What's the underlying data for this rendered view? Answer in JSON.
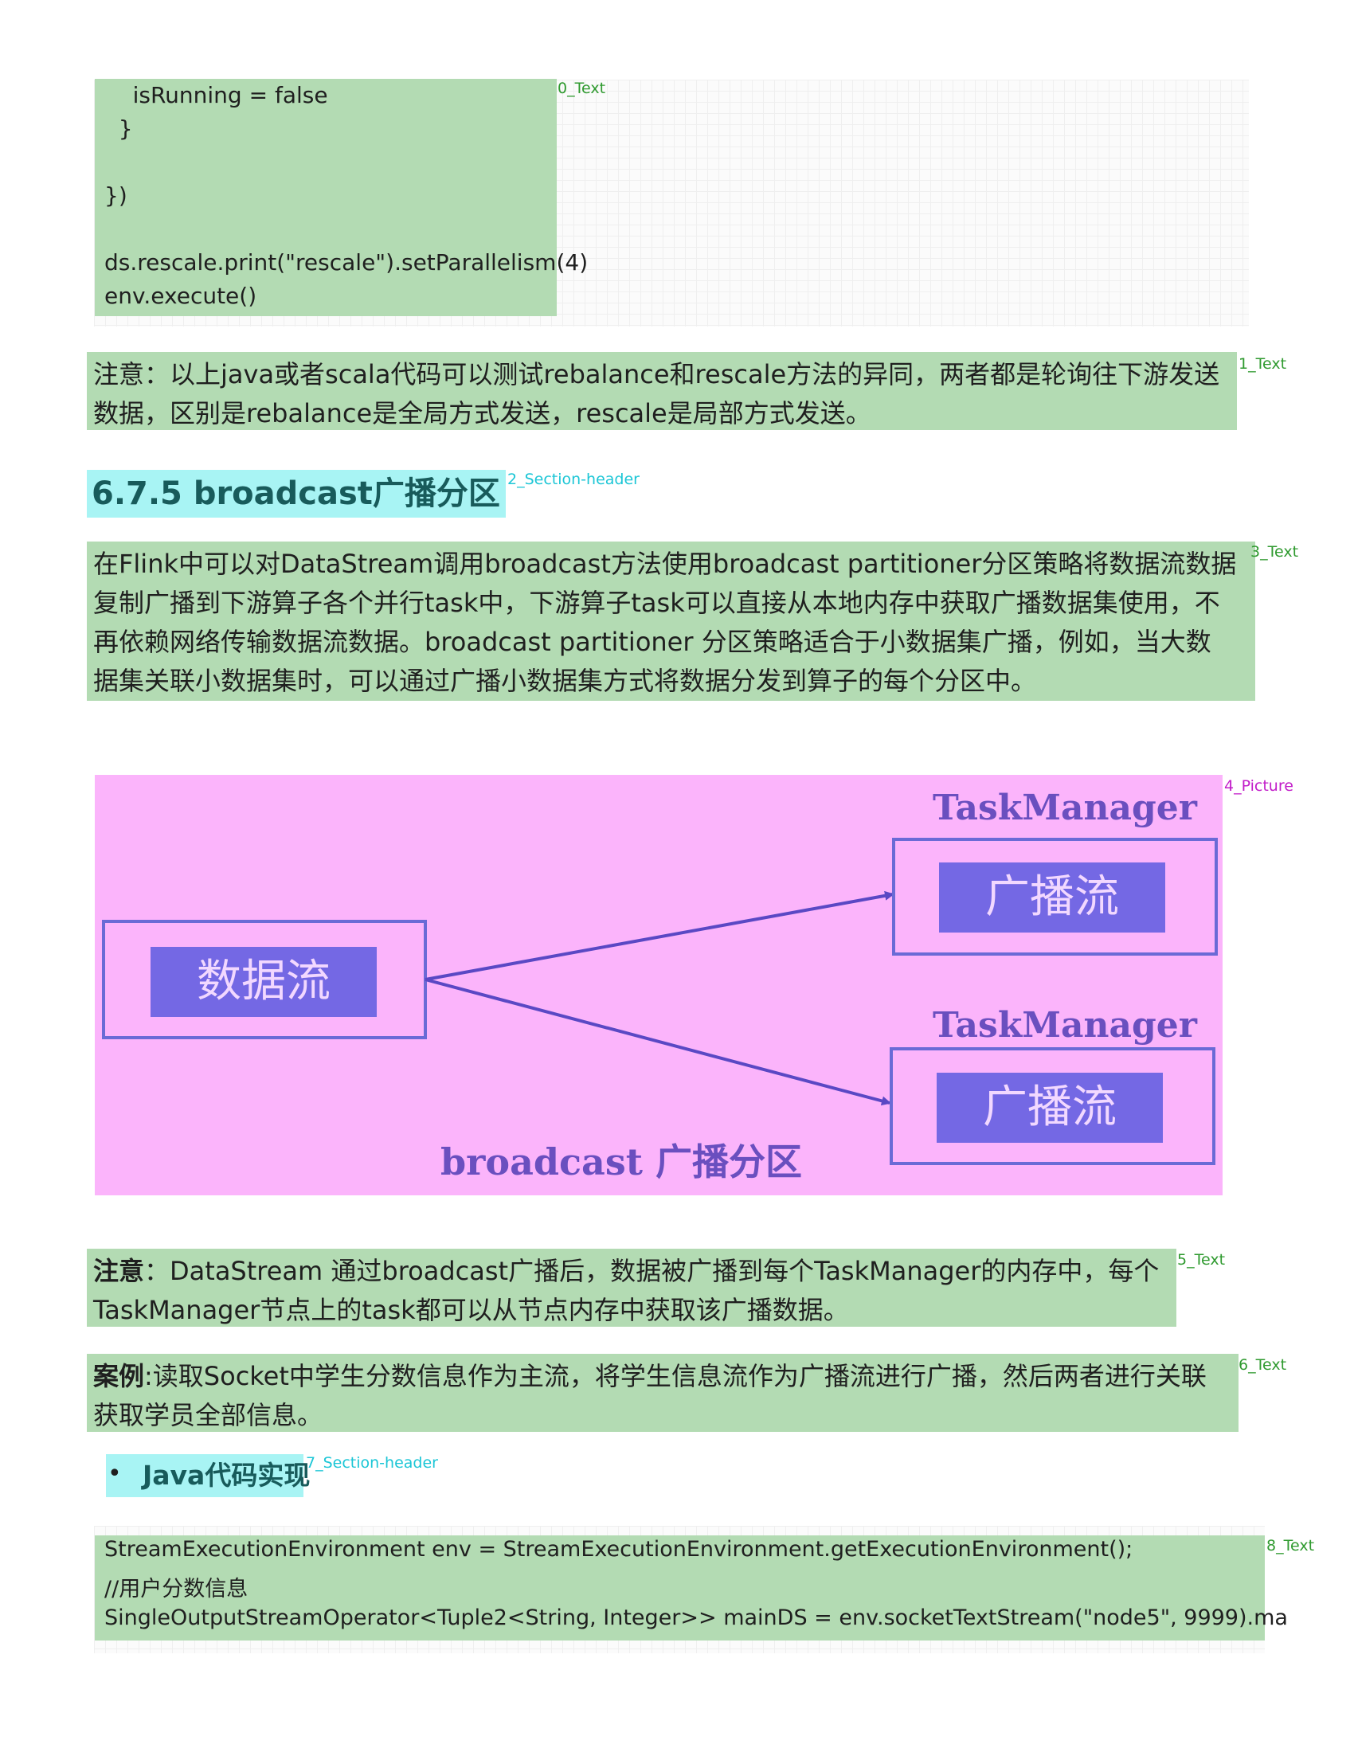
{
  "code_top": {
    "lines": [
      "    isRunning = false",
      "  }",
      "",
      "})",
      "",
      "ds.rescale.print(\"rescale\").setParallelism(4)",
      "env.execute()"
    ],
    "tag": "0_Text"
  },
  "note1": {
    "lines": [
      "注意：以上java或者scala代码可以测试rebalance和rescale方法的异同，两者都是轮询往下游发送",
      "数据，区别是rebalance是全局方式发送，rescale是局部方式发送。"
    ],
    "tag": "1_Text"
  },
  "section": {
    "title": "6.7.5 broadcast广播分区",
    "tag": "2_Section-header"
  },
  "intro": {
    "lines": [
      "在Flink中可以对DataStream调用broadcast方法使用broadcast partitioner分区策略将数据流数据",
      "复制广播到下游算子各个并行task中，下游算子task可以直接从本地内存中获取广播数据集使用，不",
      "再依赖网络传输数据流数据。broadcast partitioner 分区策略适合于小数据集广播，例如，当大数",
      "据集关联小数据集时，可以通过广播小数据集方式将数据分发到算子的每个分区中。"
    ],
    "tag": "3_Text"
  },
  "diagram": {
    "tag": "4_Picture",
    "source_label": "数据流",
    "task_manager_1": "TaskManager",
    "task_manager_2": "TaskManager",
    "target_label_1": "广播流",
    "target_label_2": "广播流",
    "caption": "broadcast 广播分区",
    "colors": {
      "box_fill": "#7468e4",
      "box_border": "#6a6ad6",
      "arrow": "#5a48c4",
      "label_text": "#f2d8ff",
      "title_text": "#6a4fbf"
    }
  },
  "note2": {
    "bold": "注意",
    "line1_rest": "：DataStream 通过broadcast广播后，数据被广播到每个TaskManager的内存中，每个",
    "line2": "TaskManager节点上的task都可以从节点内存中获取该广播数据。",
    "tag": "5_Text"
  },
  "example": {
    "bold": "案例",
    "line1_rest": ":读取Socket中学生分数信息作为主流，将学生信息流作为广播流进行广播，然后两者进行关联",
    "line2": "获取学员全部信息。",
    "tag": "6_Text"
  },
  "java_header": {
    "bullet": "•",
    "title": "Java代码实现",
    "tag": "7_Section-header"
  },
  "code_bottom": {
    "lines": [
      "StreamExecutionEnvironment env = StreamExecutionEnvironment.getExecutionEnvironment();",
      "//用户分数信息",
      "SingleOutputStreamOperator<Tuple2<String, Integer>> mainDS = env.socketTextStream(\"node5\", 9999).ma"
    ],
    "tag": "8_Text"
  }
}
